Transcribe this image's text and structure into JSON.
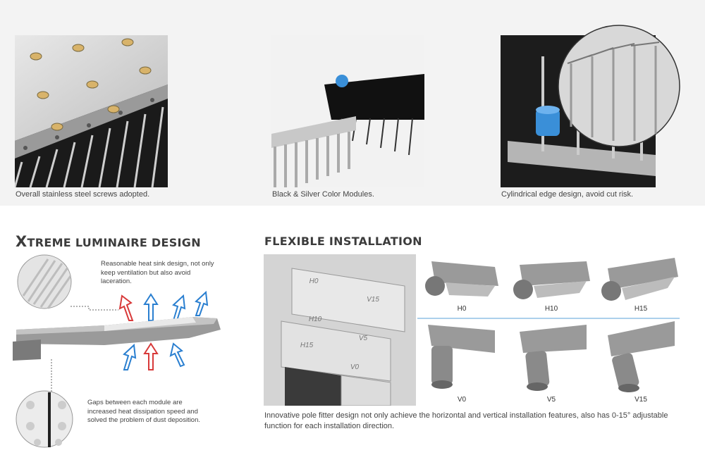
{
  "features": [
    {
      "caption": "Overall stainless steel screws adopted."
    },
    {
      "caption": "Black & Silver Color Modules."
    },
    {
      "caption": "Cylindrical edge design, avoid cut risk."
    }
  ],
  "xtreme": {
    "title_first": "X",
    "title_rest": "TREME LUMINAIRE DESIGN",
    "note_top": "Reasonable heat sink design, not only keep ventilation but also avoid laceration.",
    "note_bottom": "Gaps between each module are increased heat dissipation speed and solved the problem of dust deposition."
  },
  "flexible": {
    "title": "FLEXIBLE INSTALLATION",
    "fitter_marks": [
      "H0",
      "V15",
      "H10",
      "V5",
      "H15",
      "V0"
    ],
    "positions_top": [
      "H0",
      "H10",
      "H15"
    ],
    "positions_bottom": [
      "V0",
      "V5",
      "V15"
    ],
    "description": "Innovative pole fitter design not only achieve the horizontal and vertical installation features, also has 0-15° adjustable function for each installation direction."
  },
  "colors": {
    "accent_blue": "#3a8fd8",
    "arrow_red": "#d83a3a",
    "arrow_blue": "#2a7fd0",
    "rule_blue": "#5aa0d8"
  }
}
